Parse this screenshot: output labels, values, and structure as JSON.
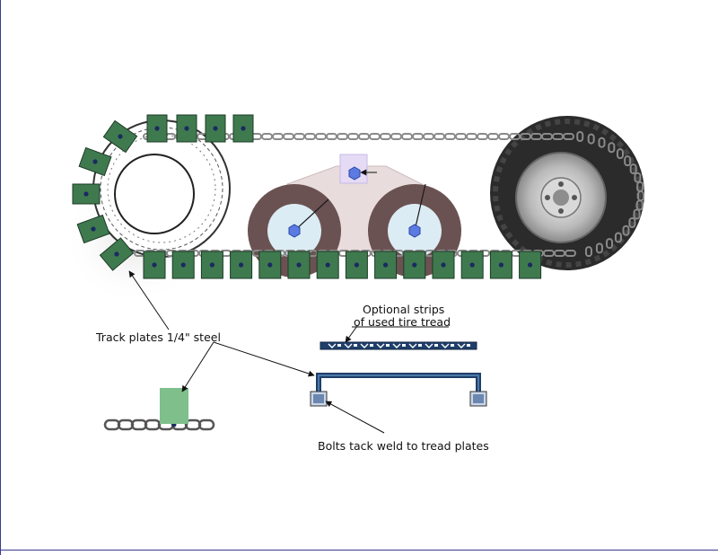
{
  "labels": {
    "track_plates": "Track plates 1/4\" steel",
    "optional_line1": "Optional strips",
    "optional_line2": "of used tire tread",
    "bolts": "Bolts tack weld to tread plates"
  },
  "colors": {
    "plate_fill": "#3f7a4f",
    "plate_stroke": "#1e3a27",
    "detail_plate_fill": "#7fbf8c",
    "chain": "#8a8a8a",
    "bogie_tire": "#6b5252",
    "bogie_hub": "#dcecf4",
    "axle": "#5b7be0",
    "bracket": "#e8dcdc",
    "steel_blue": "#1f3f6a"
  }
}
